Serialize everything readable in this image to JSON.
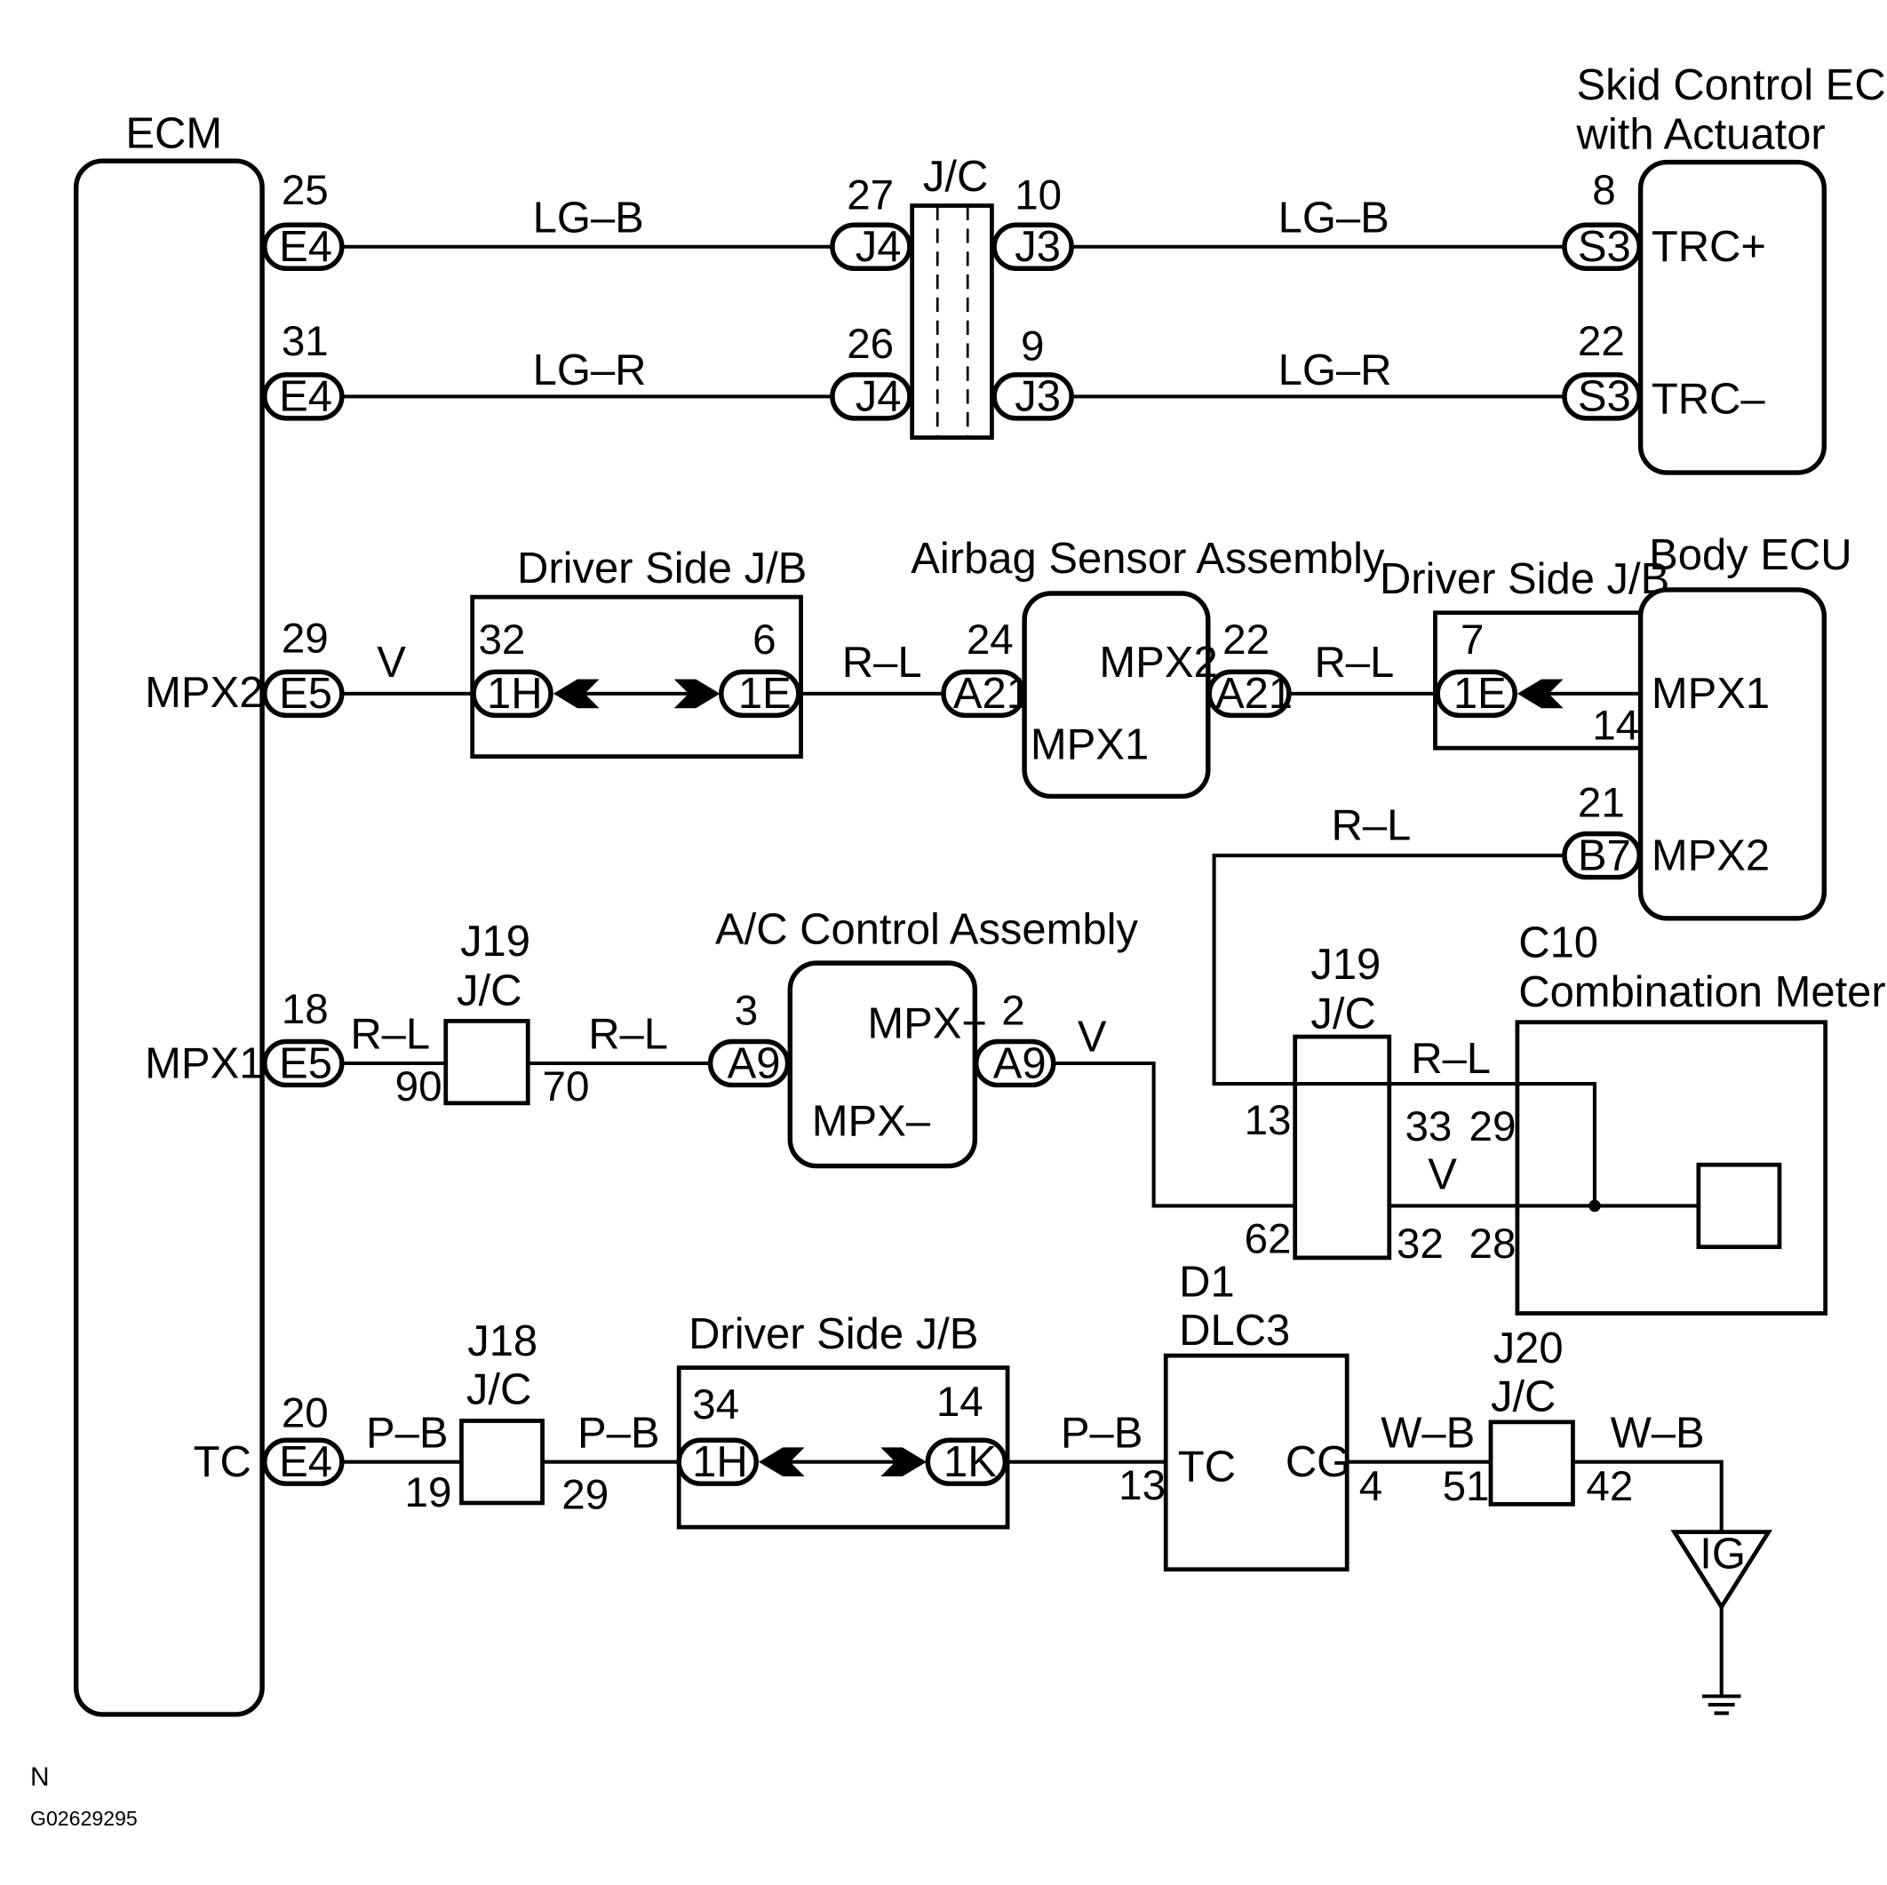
{
  "ecm": {
    "title": "ECM",
    "mpx2": "MPX2",
    "mpx1": "MPX1",
    "tc": "TC",
    "conn_e4_25": {
      "pin": "25",
      "code": "E4"
    },
    "conn_e4_31": {
      "pin": "31",
      "code": "E4"
    },
    "conn_e5_29": {
      "pin": "29",
      "code": "E5"
    },
    "conn_e5_18": {
      "pin": "18",
      "code": "E5"
    },
    "conn_e4_20": {
      "pin": "20",
      "code": "E4"
    }
  },
  "jc_top": {
    "title": "J/C",
    "j4_a": {
      "pin": "27",
      "code": "J4"
    },
    "j3_a": {
      "pin": "10",
      "code": "J3"
    },
    "j4_b": {
      "pin": "26",
      "code": "J4"
    },
    "j3_b": {
      "pin": "9",
      "code": "J3"
    }
  },
  "skid_ecu": {
    "title1": "Skid Control ECU",
    "title2": "with Actuator",
    "trc_plus": "TRC+",
    "trc_minus": "TRC–",
    "s3_a": {
      "pin": "8",
      "code": "S3"
    },
    "s3_b": {
      "pin": "22",
      "code": "S3"
    }
  },
  "wires": {
    "lg_b": "LG–B",
    "lg_r": "LG–R",
    "v": "V",
    "r_l": "R–L",
    "p_b": "P–B",
    "w_b": "W–B"
  },
  "jb1": {
    "title": "Driver Side J/B",
    "h": {
      "pin": "32",
      "code": "1H"
    },
    "e": {
      "pin": "6",
      "code": "1E"
    }
  },
  "airbag": {
    "title": "Airbag Sensor Assembly",
    "mpx2": "MPX2",
    "mpx1": "MPX1",
    "a21_left": {
      "pin": "24",
      "code": "A21"
    },
    "a21_right": {
      "pin": "22",
      "code": "A21"
    }
  },
  "jb2": {
    "title": "Driver Side J/B",
    "e": {
      "pin": "7",
      "code": "1E"
    },
    "pin14": "14"
  },
  "body_ecu": {
    "title": "Body ECU",
    "mpx1": "MPX1",
    "mpx2": "MPX2",
    "b7": {
      "pin": "21",
      "code": "B7"
    }
  },
  "j19_left": {
    "t1": "J19",
    "t2": "J/C",
    "p90": "90",
    "p70": "70"
  },
  "ac": {
    "title": "A/C Control Assembly",
    "mpx_plus": "MPX+",
    "mpx_minus": "MPX–",
    "a9_left": {
      "pin": "3",
      "code": "A9"
    },
    "a9_right": {
      "pin": "2",
      "code": "A9"
    }
  },
  "j19_right": {
    "t1": "J19",
    "t2": "J/C",
    "p13": "13",
    "p62": "62",
    "p33": "33",
    "p32": "32"
  },
  "meter": {
    "t1": "C10",
    "t2": "Combination Meter",
    "p29": "29",
    "p28": "28"
  },
  "j18": {
    "t1": "J18",
    "t2": "J/C",
    "p19": "19",
    "p29": "29"
  },
  "jb3": {
    "title": "Driver Side J/B",
    "h": {
      "pin": "34",
      "code": "1H"
    },
    "k": {
      "pin": "14",
      "code": "1K"
    }
  },
  "dlc3": {
    "t1": "D1",
    "t2": "DLC3",
    "tc": "TC",
    "cg": "CG",
    "p13": "13",
    "p4": "4"
  },
  "j20": {
    "t1": "J20",
    "t2": "J/C",
    "p51": "51",
    "p42": "42"
  },
  "ground": {
    "label": "IG"
  },
  "footer": {
    "n": "N",
    "code": "G02629295"
  }
}
